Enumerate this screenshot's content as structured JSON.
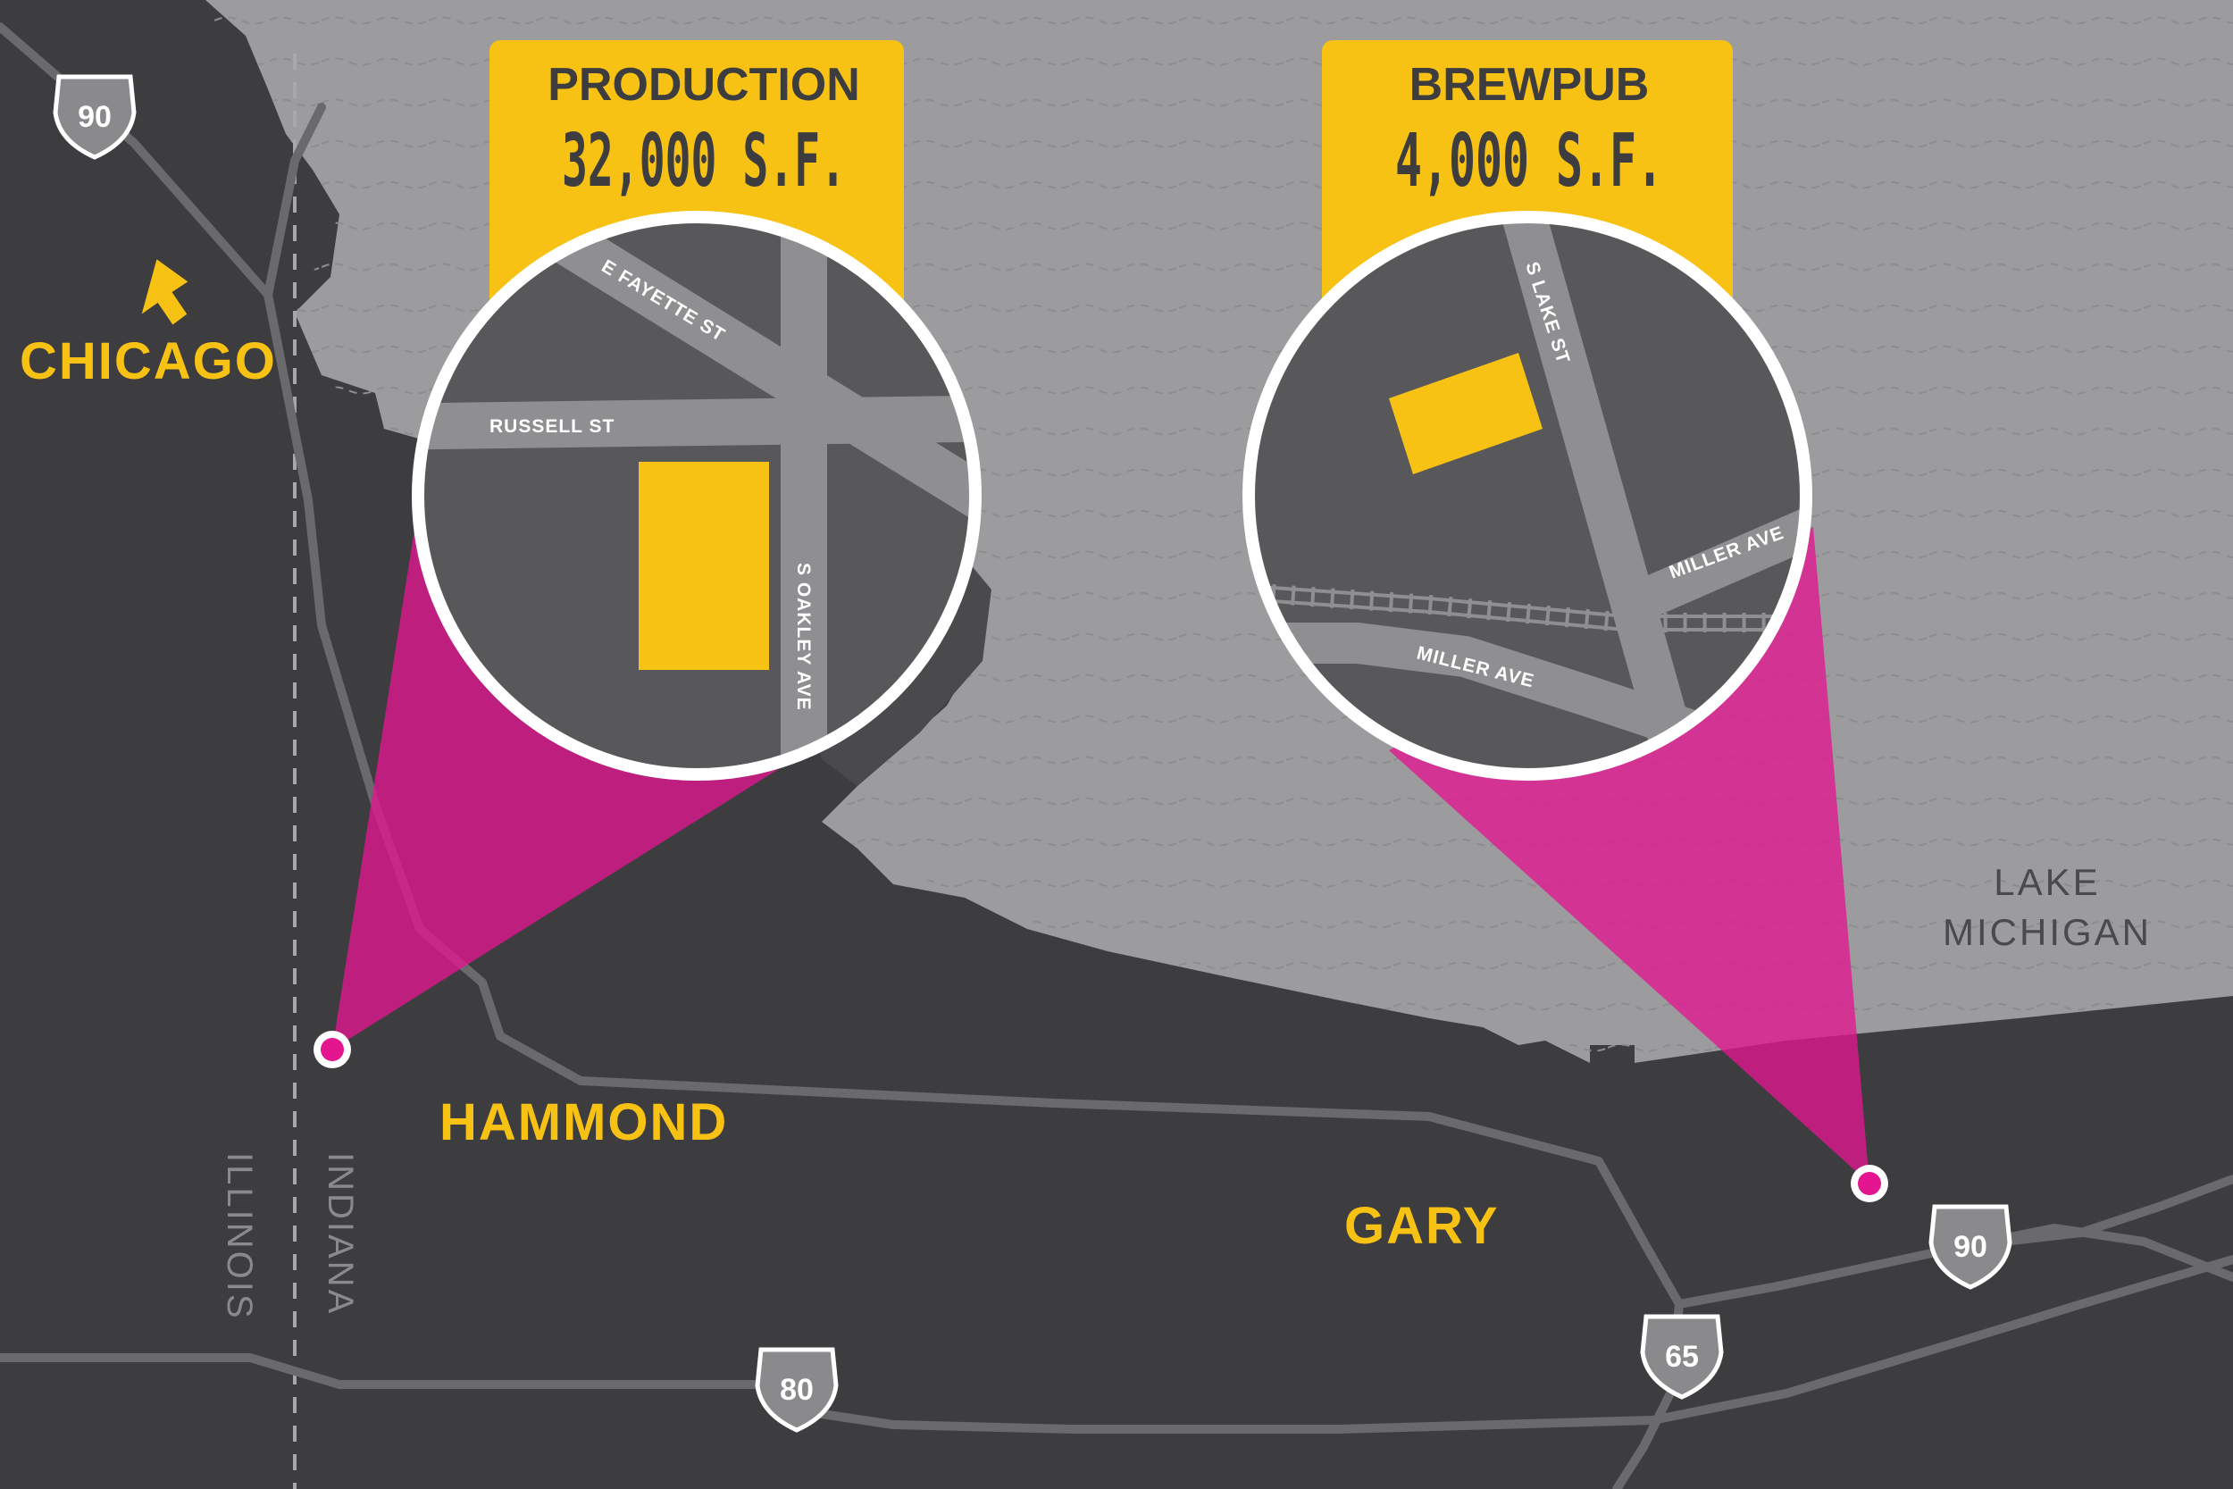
{
  "colors": {
    "land": "#3d3d40",
    "lake": "#9c9c9e",
    "road": "#6a6a6d",
    "inset_bg": "#58585b",
    "inset_road": "#8f8f92",
    "accent": "#f7c214",
    "magenta": "#e3168f",
    "border_text": "#8a8a8d",
    "lake_label": "#4a4a4d"
  },
  "cities": {
    "chicago": "CHICAGO",
    "hammond": "HAMMOND",
    "gary": "GARY"
  },
  "lake": {
    "line1": "LAKE",
    "line2": "MICHIGAN"
  },
  "states": {
    "illinois": "ILLINOIS",
    "indiana": "INDIANA"
  },
  "highways": {
    "i90_north": "90",
    "i90_east": "90",
    "i80": "80",
    "i65": "65"
  },
  "production": {
    "label": "PRODUCTION",
    "size": "32,000 S.F.",
    "streets": {
      "fayette": "E FAYETTE ST",
      "russell": "RUSSELL ST",
      "oakley": "S OAKLEY AVE"
    }
  },
  "brewpub": {
    "label": "BREWPUB",
    "size": "4,000 S.F.",
    "streets": {
      "lake": "S LAKE ST",
      "miller_upper": "MILLER AVE",
      "miller_lower": "MILLER AVE"
    }
  },
  "icons": {
    "direction_arrow": "arrow-up-left-icon",
    "location_pin": "location-marker-icon",
    "interstate_shield": "interstate-shield-icon"
  }
}
